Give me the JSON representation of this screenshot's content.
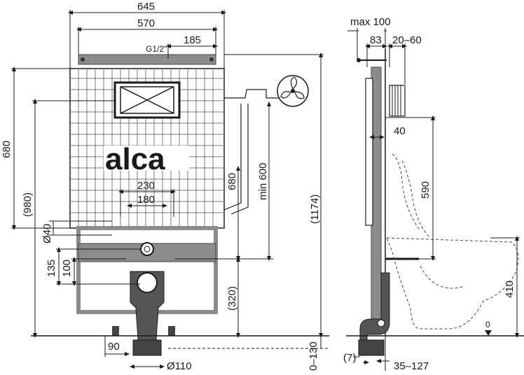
{
  "drawing": {
    "logo": "alca",
    "connection_label": "G1/2\"",
    "front_dims": {
      "overall_width": "645",
      "frame_width": "570",
      "water_offset": "185",
      "bolt_spacing": "230",
      "inner_spacing": "180",
      "frame_height": "680",
      "total_with_legs": "(980)",
      "overall_height": "(1174)",
      "flush_height": "680",
      "min_height": "min 600",
      "leg_height": "(320)",
      "waste_dia_small": "Ø40",
      "dim_135": "135",
      "dim_100": "100",
      "offset_90": "90",
      "waste_pipe": "Ø110",
      "adjust_range": "0–130"
    },
    "side_dims": {
      "max_depth": "max 100",
      "wall_offset": "83",
      "range": "20–60",
      "connection_40": "40",
      "height_590": "590",
      "height_410": "410",
      "pipe_offset": "(7)",
      "depth_range": "35–127",
      "floor_marker": "0"
    }
  },
  "colors": {
    "line": "#1a1a1a",
    "frame": "#8c8c8c",
    "pipe": "#444444",
    "grid": "#555555"
  }
}
